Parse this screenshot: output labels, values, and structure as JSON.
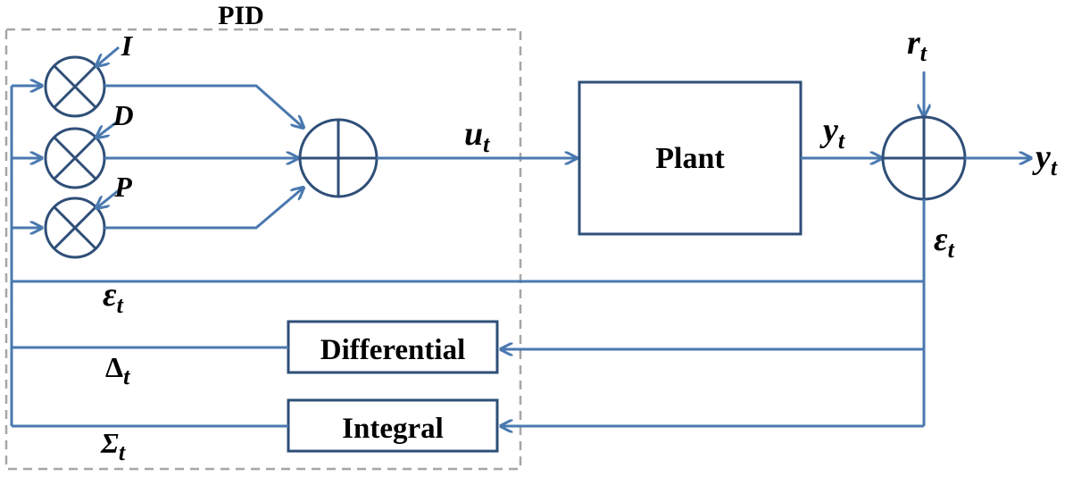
{
  "diagram": {
    "pid_title": "PID",
    "blocks": {
      "plant": "Plant",
      "differential": "Differential",
      "integral": "Integral"
    },
    "gains": {
      "i": "I",
      "d": "D",
      "p": "P"
    },
    "signals": {
      "u": {
        "base": "u",
        "sub": "t"
      },
      "y_mid": {
        "base": "y",
        "sub": "t"
      },
      "y_out": {
        "base": "y",
        "sub": "t"
      },
      "r": {
        "base": "r",
        "sub": "t"
      },
      "eps_right": {
        "base": "ε",
        "sub": "t"
      },
      "eps_left": {
        "base": "ε",
        "sub": "t"
      },
      "delta": {
        "base": "Δ",
        "sub": "t"
      },
      "sigma": {
        "base": "Σ",
        "sub": "t"
      }
    },
    "colors": {
      "wire": "#4a79b0",
      "block_border": "#2f4f78",
      "pid_frame": "#a6a6a6"
    }
  }
}
